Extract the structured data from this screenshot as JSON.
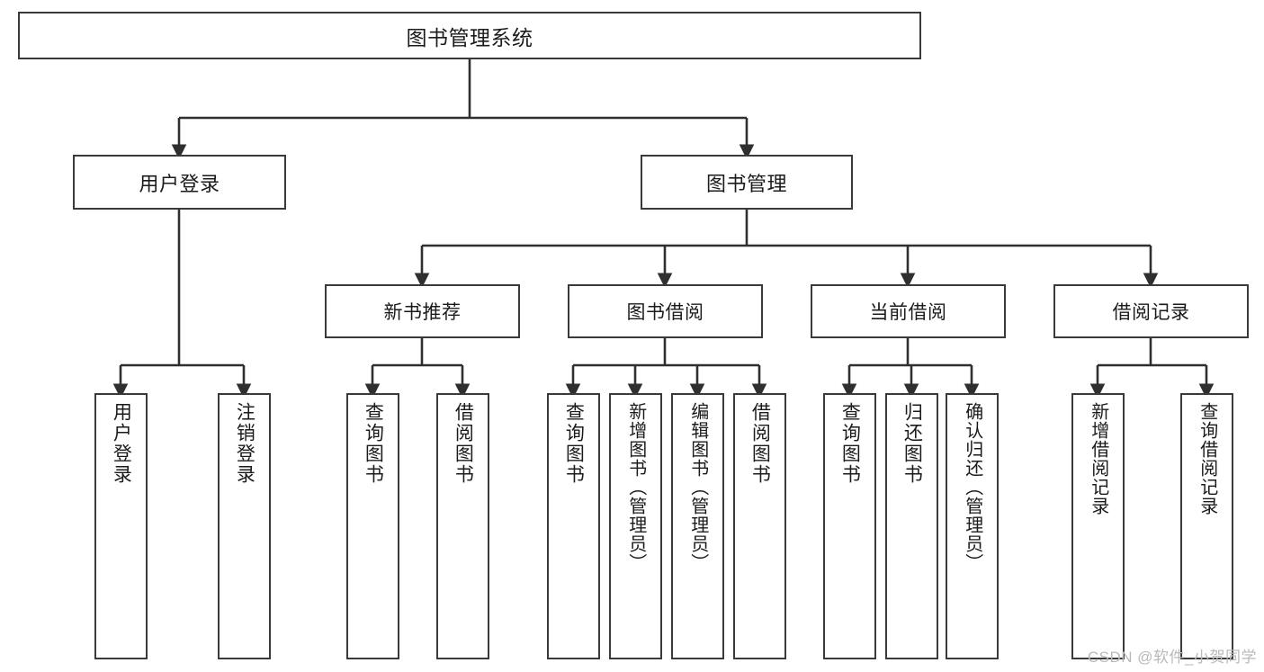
{
  "diagram": {
    "type": "tree-hierarchy",
    "title": "图书管理系统",
    "watermark": "CSDN @软件_小贺同学",
    "colors": {
      "box_border": "#3a3a3a",
      "box_fill": "#ffffff",
      "connector": "#2f2f2f",
      "background": "#ffffff",
      "watermark": "#b9b9b9"
    },
    "nodes": {
      "root": {
        "label": "图书管理系统",
        "level": 1
      },
      "user_login": {
        "label": "用户登录",
        "level": 2
      },
      "book_manage": {
        "label": "图书管理",
        "level": 2
      },
      "new_book_rec": {
        "label": "新书推荐",
        "level": 3
      },
      "book_borrow": {
        "label": "图书借阅",
        "level": 3
      },
      "current_borrow": {
        "label": "当前借阅",
        "level": 3
      },
      "borrow_record": {
        "label": "借阅记录",
        "level": 3
      },
      "leaf_user_login": {
        "label": "用户登录",
        "level": 4
      },
      "leaf_logout": {
        "label": "注销登录",
        "level": 4
      },
      "leaf_query_book_1": {
        "label": "查询图书",
        "level": 4
      },
      "leaf_borrow_book_1": {
        "label": "借阅图书",
        "level": 4
      },
      "leaf_query_book_2": {
        "label": "查询图书",
        "level": 4
      },
      "leaf_add_book": {
        "label": "新增图书（管理员）",
        "level": 4
      },
      "leaf_edit_book": {
        "label": "编辑图书（管理员）",
        "level": 4
      },
      "leaf_borrow_book_2": {
        "label": "借阅图书",
        "level": 4
      },
      "leaf_query_book_3": {
        "label": "查询图书",
        "level": 4
      },
      "leaf_return_book": {
        "label": "归还图书",
        "level": 4
      },
      "leaf_confirm_return": {
        "label": "确认归还（管理员）",
        "level": 4
      },
      "leaf_add_record": {
        "label": "新增借阅记录",
        "level": 4
      },
      "leaf_query_record": {
        "label": "查询借阅记录",
        "level": 4
      }
    },
    "edges": [
      {
        "from": "root",
        "to": "user_login"
      },
      {
        "from": "root",
        "to": "book_manage"
      },
      {
        "from": "user_login",
        "to": "leaf_user_login"
      },
      {
        "from": "user_login",
        "to": "leaf_logout"
      },
      {
        "from": "book_manage",
        "to": "new_book_rec"
      },
      {
        "from": "book_manage",
        "to": "book_borrow"
      },
      {
        "from": "book_manage",
        "to": "current_borrow"
      },
      {
        "from": "book_manage",
        "to": "borrow_record"
      },
      {
        "from": "new_book_rec",
        "to": "leaf_query_book_1"
      },
      {
        "from": "new_book_rec",
        "to": "leaf_borrow_book_1"
      },
      {
        "from": "book_borrow",
        "to": "leaf_query_book_2"
      },
      {
        "from": "book_borrow",
        "to": "leaf_add_book"
      },
      {
        "from": "book_borrow",
        "to": "leaf_edit_book"
      },
      {
        "from": "book_borrow",
        "to": "leaf_borrow_book_2"
      },
      {
        "from": "current_borrow",
        "to": "leaf_query_book_3"
      },
      {
        "from": "current_borrow",
        "to": "leaf_return_book"
      },
      {
        "from": "current_borrow",
        "to": "leaf_confirm_return"
      },
      {
        "from": "borrow_record",
        "to": "leaf_add_record"
      },
      {
        "from": "borrow_record",
        "to": "leaf_query_record"
      }
    ]
  }
}
